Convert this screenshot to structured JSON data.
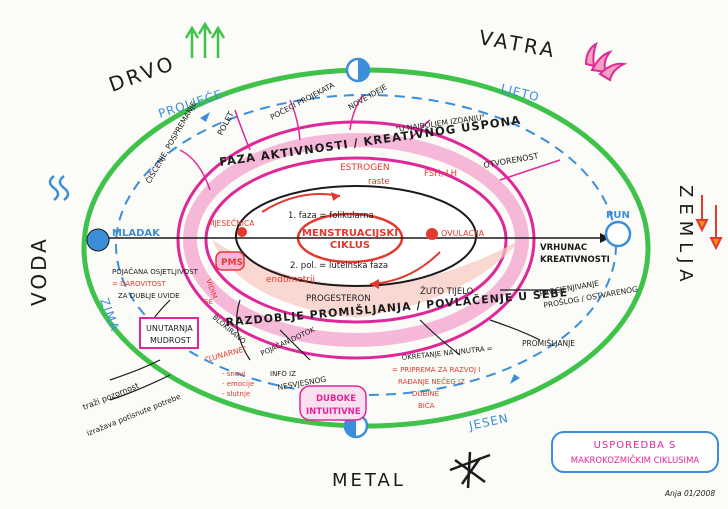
{
  "elements": {
    "wood": "DRVO",
    "fire": "VATRA",
    "earth": "ZEMLJA",
    "metal": "METAL",
    "water": "VODA"
  },
  "seasons": {
    "spring": "PROLJEĆE",
    "summer": "LJETO",
    "autumn": "JESEN",
    "winter": "ZIMA"
  },
  "moon": {
    "new": "MLADAK",
    "full": "PUN"
  },
  "center": {
    "title_line1": "MENSTRUACIJSKI",
    "title_line2": "CIKLUS",
    "phase1": "1. faza = folikularna",
    "phase2": "2. pol. = luteinska faza",
    "menstruation": "MJESEČNICA",
    "ovulation": "OVULACIJA",
    "estrogen": "ESTROGEN",
    "estrogen_sub": "raste",
    "fsh": "FSH, LH",
    "endometry": "endometrij",
    "progesterone": "PROGESTERON",
    "corpus": "ŽUTO TIJELO",
    "pms": "PMS"
  },
  "bands": {
    "active": "FAZA AKTIVNOSTI / KREATIVNOG USPONA",
    "reflective": "RAZDOBLJE PROMIŠLJANJA / POVLAČENJE U SEBE"
  },
  "upper_notes": [
    "ČIŠĆENJE, POSPREMANJE",
    "POLET",
    "POČECI PROJEKATA",
    "NOVE IDEJE",
    "\"U NAJBOLJEM IZDANJU\"",
    "OTVORENOST"
  ],
  "right_notes": {
    "peak_line1": "VRHUNAC",
    "peak_line2": "KREATIVNOSTI",
    "review_line1": "PROCJENJIVANJE",
    "review_line2": "PROŠLOG / OSTVARENOG",
    "withdraw": "PROMIŠLJANJE"
  },
  "left_notes": {
    "increased_line1": "POJAČANA OSJETLJIVOST",
    "increased_line2": "= DAROVITOST",
    "increased_line3": "ZA DUBLJE UVIDE",
    "wisdom_line1": "UNUTARNJA",
    "wisdom_line2": "MUDROST",
    "seek1": "traži pozornost",
    "seek2": "izražava potisnute potrebe",
    "blocking": "BLOKIRANO",
    "vomb": "VIDIM",
    "ss": "SE"
  },
  "lower_notes": {
    "lunar_line1": "\"LUNARNE\"",
    "lunar_line2": "- snovi",
    "lunar_line3": "- emocije",
    "lunar_line4": "- slutnje",
    "insight_line1": "POJAČAN DOTOK",
    "insight_line2": "INFO IZ",
    "insight_line3": "NESVJESNOG",
    "deep_line1": "DUBOKE",
    "deep_line2": "INTUITIVNE",
    "inward_line1": "OKRETANJE NA UNUTRA =",
    "inward_line2": "= PRIPREMA ZA RAZVOJ I",
    "inward_line3": "RAĐANJE NEČEG IZ",
    "inward_line4": "DUBINE",
    "inward_line5": "BIĆA"
  },
  "legend": {
    "line1": "USPOREDBA S",
    "line2": "MAKROKOZMIČKIM CIKLUSIMA"
  },
  "signature": "Anja 01/2008",
  "colors": {
    "green": "#3ec24a",
    "blue": "#3b8fd8",
    "magenta": "#e0279a",
    "red": "#e23a2f",
    "orange": "#f08a1a",
    "ink": "#1b1b1b"
  }
}
